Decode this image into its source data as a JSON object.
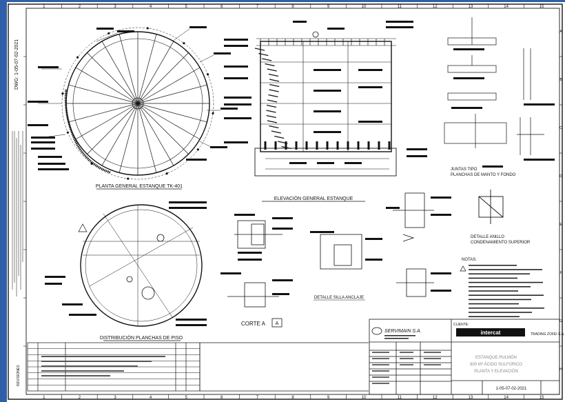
{
  "sheet": {
    "grid_numbers": [
      "1",
      "2",
      "3",
      "4",
      "5",
      "6",
      "7",
      "8",
      "9",
      "10",
      "11",
      "12",
      "13",
      "14",
      "15"
    ],
    "grid_letters": [
      "A",
      "B",
      "C",
      "D",
      "E",
      "F",
      "G",
      "H"
    ],
    "side_code": "DWG: 1-05-07-02-2021",
    "revision_block": "REVISIONES"
  },
  "views": {
    "plan_title": "PLANTA GENERAL ESTANQUE TK-401",
    "elevation_title": "ELEVACIÓN GENERAL ESTANQUE",
    "joints_title_1": "JUNTAS TIPO",
    "joints_title_2": "PLANCHAS DE MANTO Y FONDO",
    "angle_detail_1": "DETALLE ANILLO",
    "angle_detail_2": "CONDENAMIENTO SUPERIOR",
    "floor_title": "DISTRIBUCIÓN PLANCHAS DE PISO",
    "anchor_title": "DETALLE SILLA ANCLAJE",
    "section_label": "CORTE A",
    "section_marker": "A"
  },
  "title_block": {
    "company": "SERVIMAIN S.A.",
    "client_label": "CLIENTE:",
    "client": "TRADING ZOFEI S.A.",
    "client_logo": "intercat",
    "project_line_1": "ESTANQUE PULMÓN",
    "project_line_2": "800 M³ ÁCIDO SULFÚRICO",
    "project_line_3": "PLANTA Y ELEVACIÓN",
    "drawing_no": "1-05-07-02-2021"
  },
  "notes_header": "NOTAS:"
}
